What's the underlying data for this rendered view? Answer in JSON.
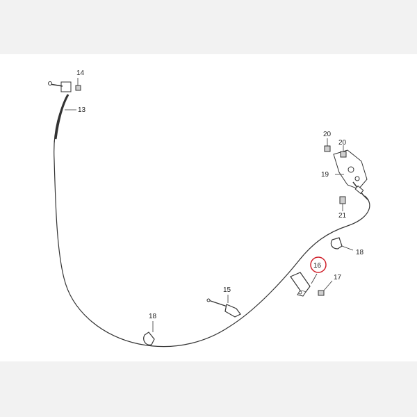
{
  "callouts": {
    "c14": "14",
    "c13": "13",
    "c20a": "20",
    "c20b": "20",
    "c19": "19",
    "c21": "21",
    "c18a": "18",
    "c16": "16",
    "c17": "17",
    "c15": "15",
    "c18b": "18"
  },
  "colors": {
    "background": "#f2f2f2",
    "sheet": "#ffffff",
    "line": "#333333",
    "highlight": "#d0202a"
  }
}
